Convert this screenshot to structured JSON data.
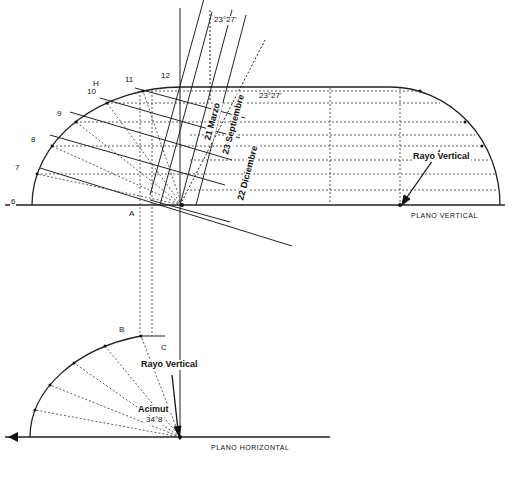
{
  "diagram": {
    "labels": [
      "23°27'",
      "23°27'",
      "21 Marzo",
      "23 Septiembre",
      "22 Diciembre",
      "Rayo Vertical",
      "PLANO VERTICAL",
      "Rayo Vertical",
      "Acimut",
      "34°8",
      "PLANO HORIZONTAL",
      "H",
      "6",
      "7",
      "8",
      "9",
      "10",
      "11",
      "12",
      "A",
      "B",
      "C"
    ]
  }
}
